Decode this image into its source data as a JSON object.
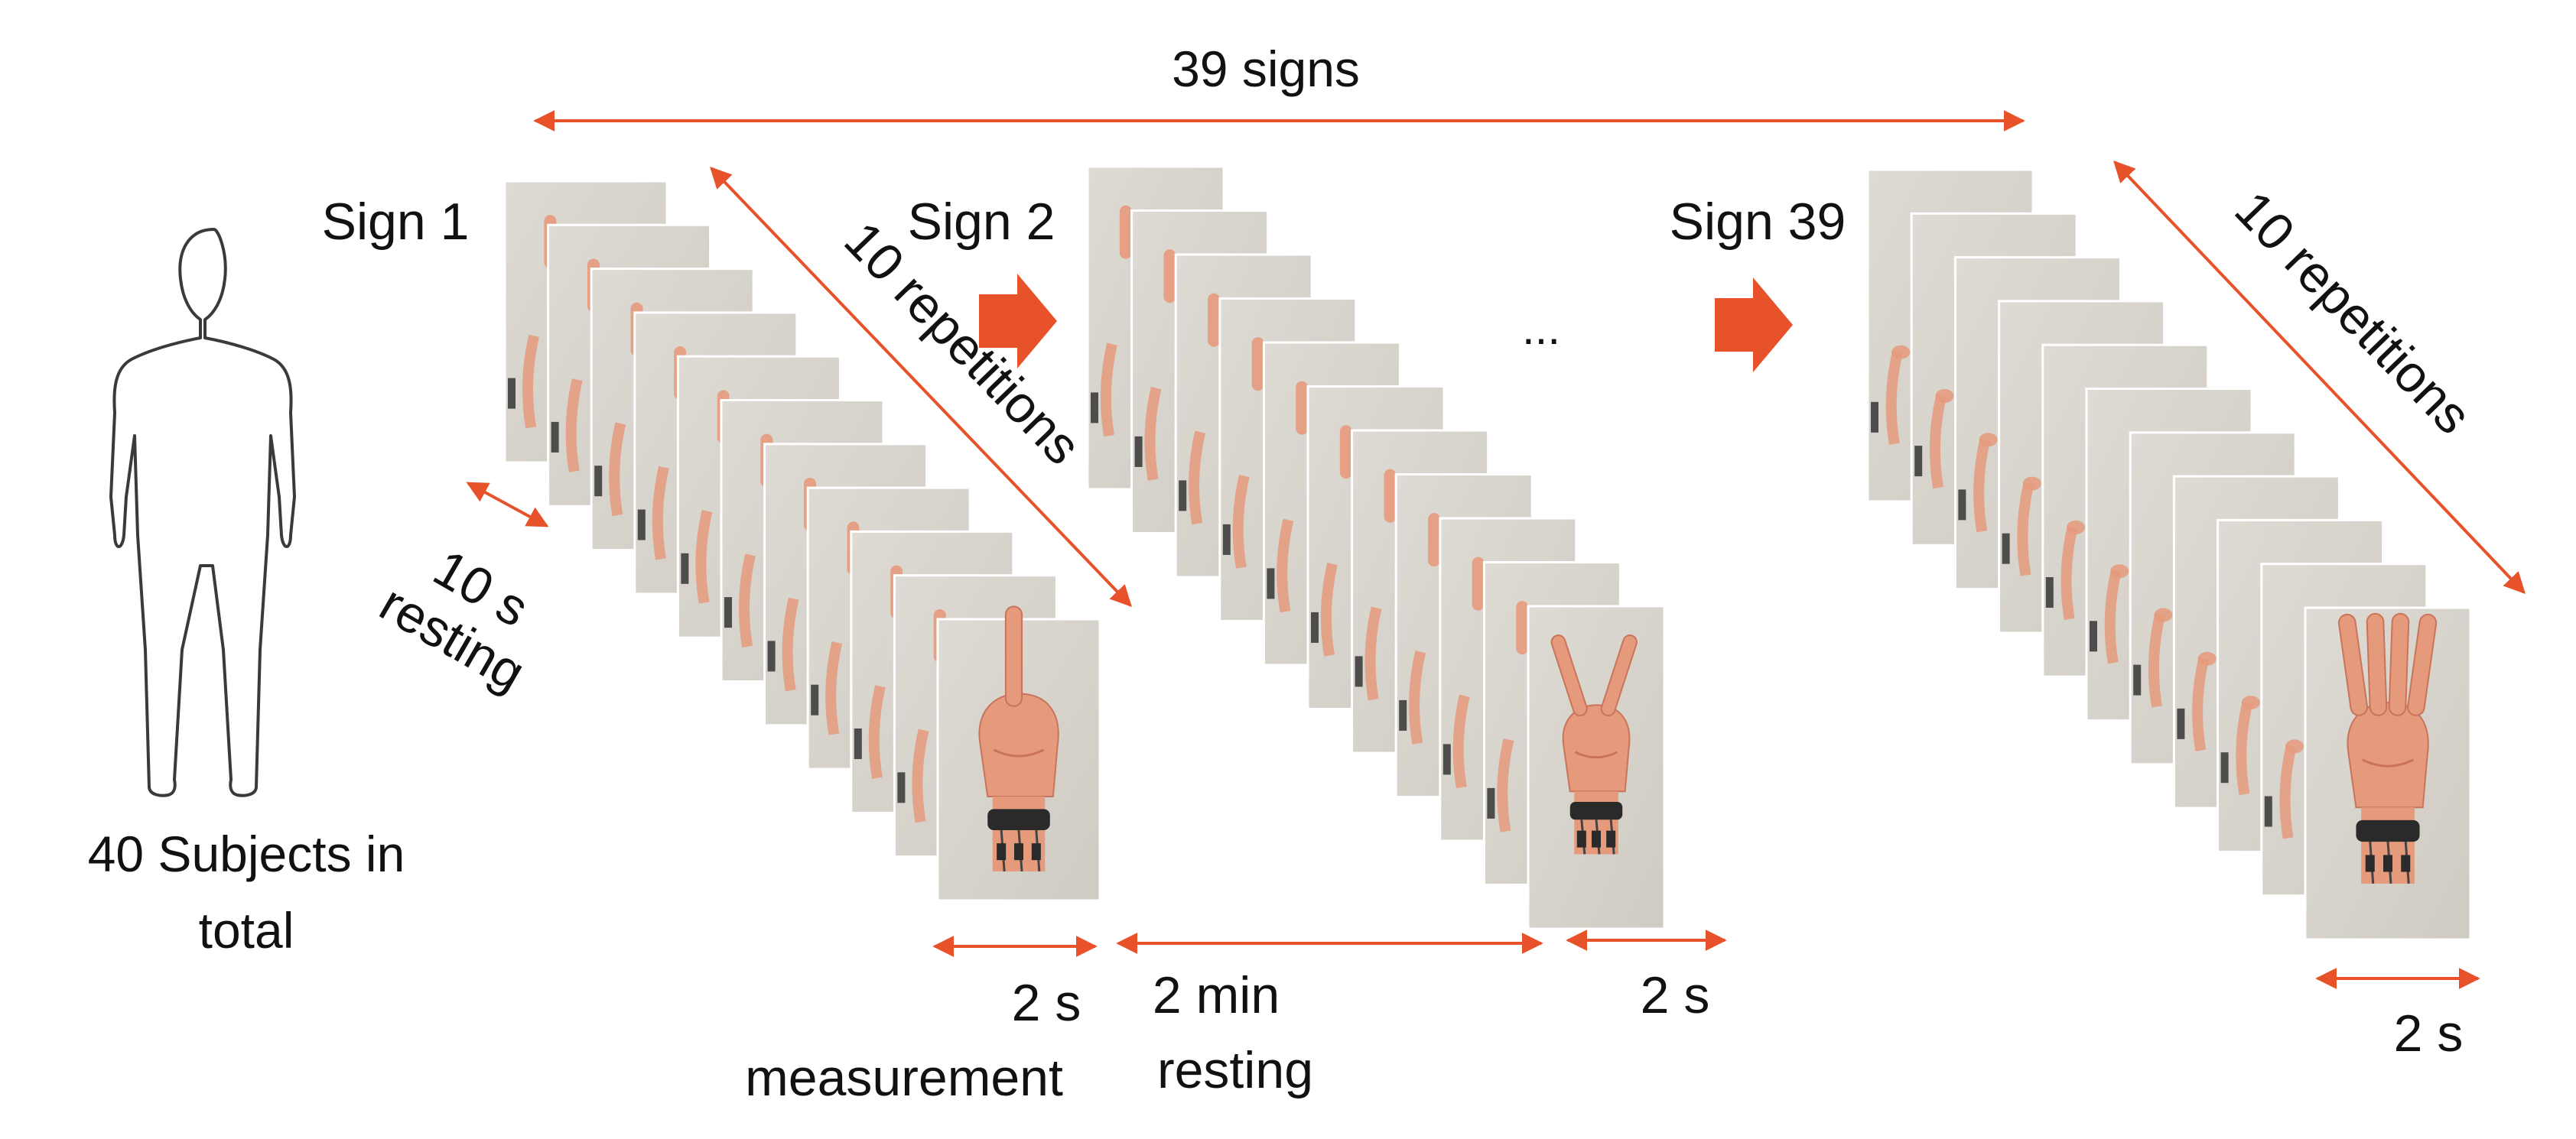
{
  "labels": {
    "total_signs": "39 signs",
    "sign_1": "Sign 1",
    "sign_2": "Sign 2",
    "sign_39": "Sign 39",
    "ellipsis": "...",
    "repetitions_1": "10 repetitions",
    "repetitions_39": "10 repetitions",
    "rest_short_1": "10 s",
    "rest_short_2": "resting",
    "subjects_1": "40 Subjects in",
    "subjects_2": "total",
    "meas_1": "2 s",
    "meas_2": "measurement",
    "rest_long_1": "2 min",
    "rest_long_2": "resting",
    "duration_sign2": "2 s",
    "duration_sign39": "2 s"
  },
  "stacks": [
    {
      "name": "sign-1",
      "gesture": "index-finger-up",
      "frames": 11
    },
    {
      "name": "sign-2",
      "gesture": "v-sign",
      "frames": 11
    },
    {
      "name": "sign-39",
      "gesture": "four-fingers",
      "frames": 11
    }
  ],
  "colors": {
    "arrow": "#e8522a",
    "wall": "#d9d6cf",
    "wall_dark": "#b9b4aa",
    "skin": "#e59a7c",
    "skin_shade": "#c9745a",
    "band": "#2a2a2a",
    "electrode": "#444444",
    "text": "#111111",
    "outline": "#3a3a3a"
  }
}
